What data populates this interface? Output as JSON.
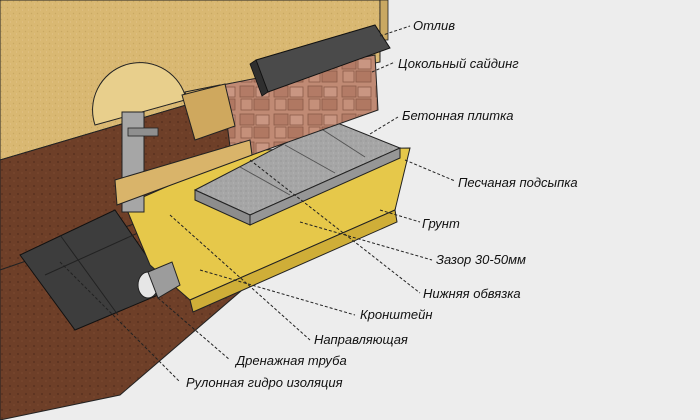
{
  "labels": {
    "otliv": "Отлив",
    "siding": "Цокольный сайдинг",
    "tile": "Бетонная плитка",
    "sand": "Песчаная подсыпка",
    "ground": "Грунт",
    "gap": "Зазор 30-50мм",
    "bottom_frame": "Нижняя обвязка",
    "bracket": "Кронштейн",
    "guide": "Направляющая",
    "drain": "Дренажная труба",
    "membrane": "Рулонная гидро изоляция"
  },
  "colors": {
    "background": "#ededed",
    "wall": "#d9b872",
    "soil": "#6e3f28",
    "sand": "#e6c84a",
    "tile": "#a4a4a4",
    "siding": "#c08a74",
    "flashing": "#4a4a4a",
    "membrane": "#3d3d3d",
    "wood": "#d9b46a",
    "pipe": "#9c9c9c"
  }
}
